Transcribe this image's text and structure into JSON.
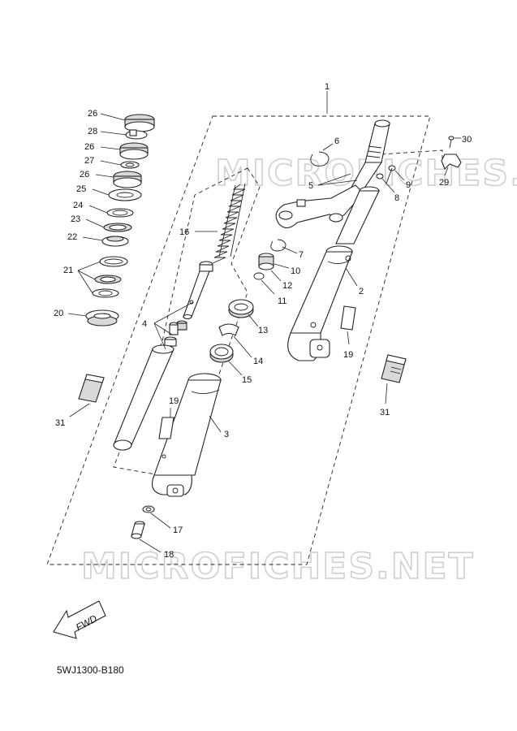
{
  "watermark": "MICROFICHES.NET",
  "diagram_code": "5WJ1300-B180",
  "fwd_label": "FWD",
  "callouts": {
    "c1": "1",
    "c2": "2",
    "c3": "3",
    "c4": "4",
    "c5": "5",
    "c6": "6",
    "c7": "7",
    "c8": "8",
    "c9": "9",
    "c10": "10",
    "c11": "11",
    "c12": "12",
    "c13": "13",
    "c14": "14",
    "c15": "15",
    "c16": "16",
    "c17": "17",
    "c18": "18",
    "c19": "19",
    "c20": "20",
    "c21": "21",
    "c22": "22",
    "c23": "23",
    "c24": "24",
    "c25": "25",
    "c26": "26",
    "c27": "27",
    "c28": "28",
    "c29": "29",
    "c30": "30",
    "c31": "31"
  }
}
